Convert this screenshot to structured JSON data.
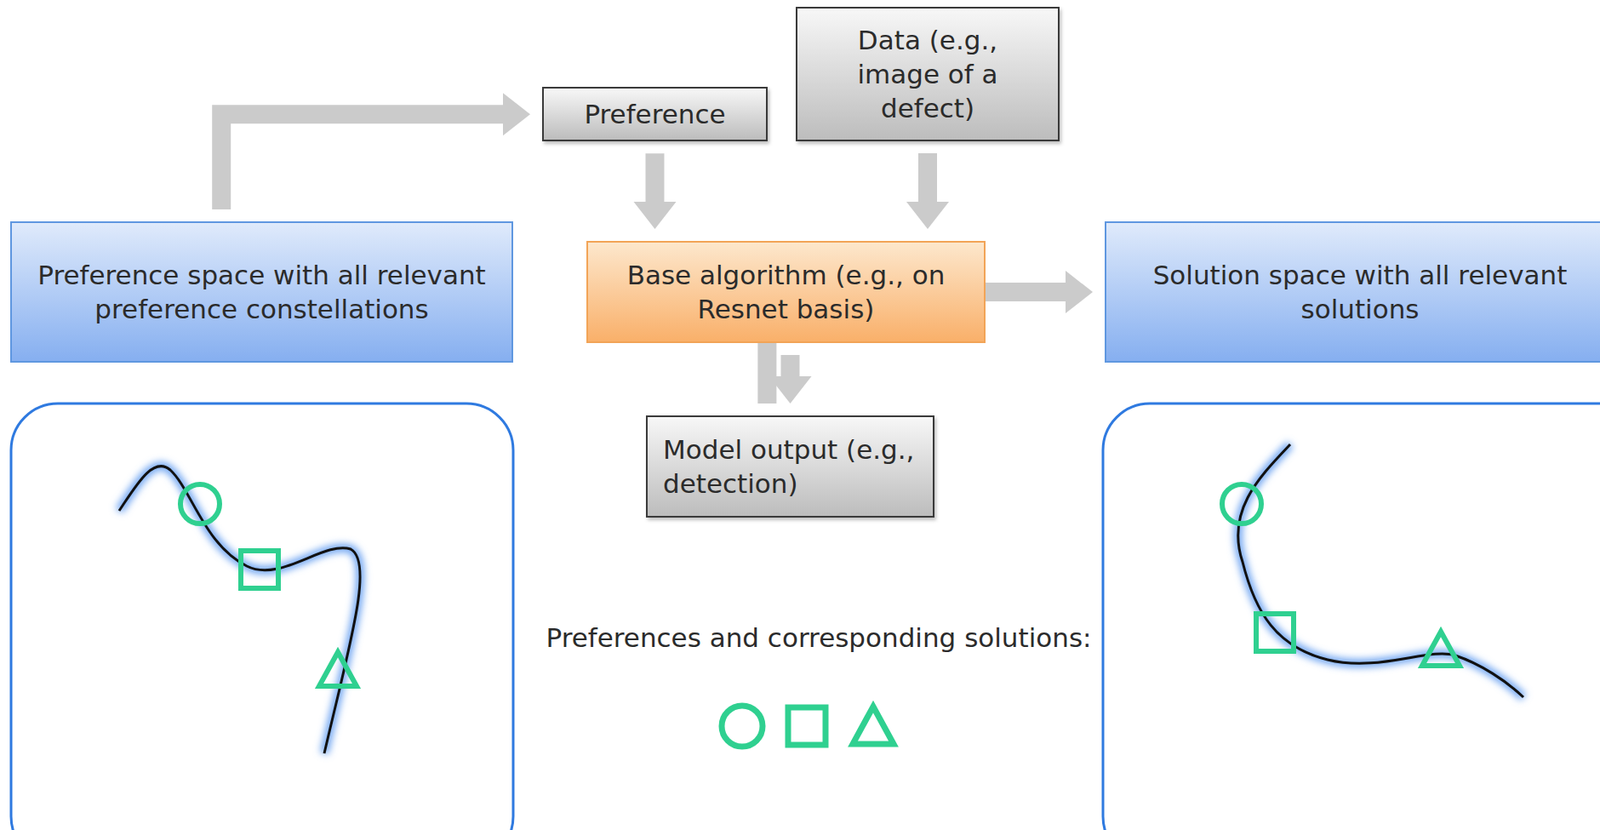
{
  "diagram": {
    "nodes": [
      {
        "text": [
          "Preference space with all relevant preference constellations"
        ]
      },
      {
        "text": [
          "Preference"
        ]
      },
      {
        "text": [
          "Data (e.g., image of a defect)"
        ]
      },
      {
        "text": [
          "Base algorithm (e.g., on Resnet basis)"
        ]
      },
      {
        "text": [
          "Model output (e.g., detection)"
        ]
      },
      {
        "text": [
          "Solution space with all relevant solutions"
        ]
      }
    ],
    "edges": [
      {
        "from": 0,
        "to": 1,
        "arrow": "to"
      },
      {
        "from": 1,
        "to": 3,
        "arrow": "to"
      },
      {
        "from": 2,
        "to": 3,
        "arrow": "to"
      },
      {
        "from": 3,
        "to": 4,
        "arrow": "to"
      },
      {
        "from": 4,
        "to": 5,
        "arrow": "to"
      }
    ],
    "labels": [
      "Preferences and corresponding solutions:"
    ]
  }
}
